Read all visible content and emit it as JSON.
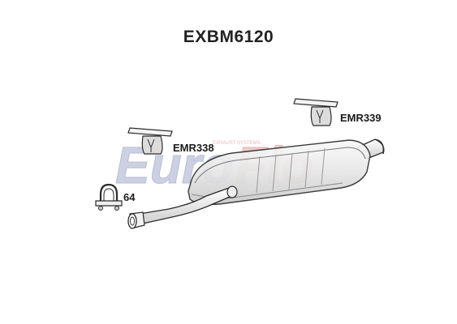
{
  "title": "EXBM6120",
  "parts": {
    "hanger_right": "EMR339",
    "hanger_left": "EMR338",
    "clamp": "64"
  },
  "watermark": {
    "logo_text": "EuroFlo",
    "tagline": "EXHAUST SYSTEMS"
  }
}
